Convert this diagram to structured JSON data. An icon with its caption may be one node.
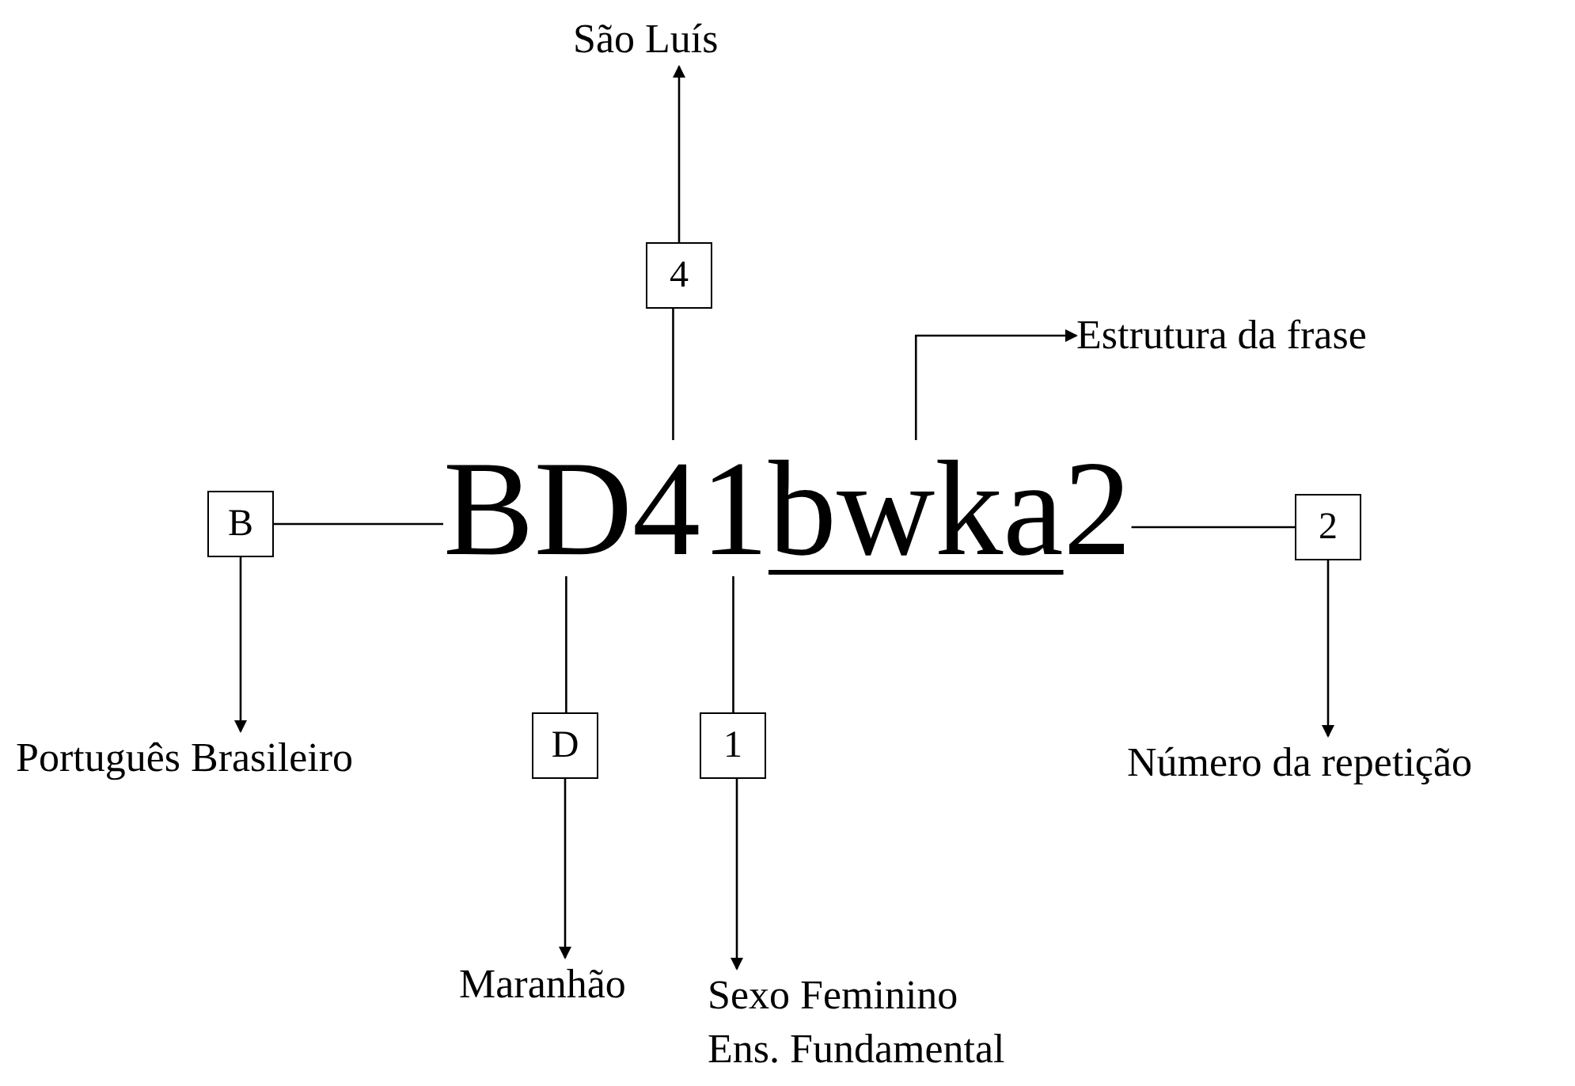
{
  "diagram": {
    "nodes": [
      {
        "text": [
          "B"
        ]
      },
      {
        "text": [
          "D"
        ]
      },
      {
        "text": [
          "4"
        ]
      },
      {
        "text": [
          "1"
        ]
      },
      {
        "text": [
          "bwka"
        ]
      },
      {
        "text": [
          "2"
        ]
      },
      {
        "text": [
          "B"
        ]
      },
      {
        "text": [
          "D"
        ]
      },
      {
        "text": [
          "4"
        ]
      },
      {
        "text": [
          "1"
        ]
      },
      {
        "text": [
          "2"
        ]
      },
      {
        "text": [
          "São Luís"
        ]
      },
      {
        "text": [
          "Estrutura da frase"
        ]
      },
      {
        "text": [
          "Português Brasileiro"
        ]
      },
      {
        "text": [
          "Maranhão"
        ]
      },
      {
        "text": [
          "Sexo Feminino",
          "Ens. Fundamental"
        ]
      },
      {
        "text": [
          "Número da repetição"
        ]
      }
    ],
    "edges": [
      {
        "from": 6,
        "to": 0,
        "arrow": "none"
      },
      {
        "from": 6,
        "to": 13,
        "arrow": "to"
      },
      {
        "from": 1,
        "to": 7,
        "arrow": "none"
      },
      {
        "from": 7,
        "to": 14,
        "arrow": "to"
      },
      {
        "from": 2,
        "to": 8,
        "arrow": "none"
      },
      {
        "from": 8,
        "to": 11,
        "arrow": "to"
      },
      {
        "from": 3,
        "to": 9,
        "arrow": "none"
      },
      {
        "from": 9,
        "to": 15,
        "arrow": "to"
      },
      {
        "from": 4,
        "to": 12,
        "arrow": "to"
      },
      {
        "from": 5,
        "to": 10,
        "arrow": "none"
      },
      {
        "from": 10,
        "to": 16,
        "arrow": "to"
      }
    ]
  }
}
